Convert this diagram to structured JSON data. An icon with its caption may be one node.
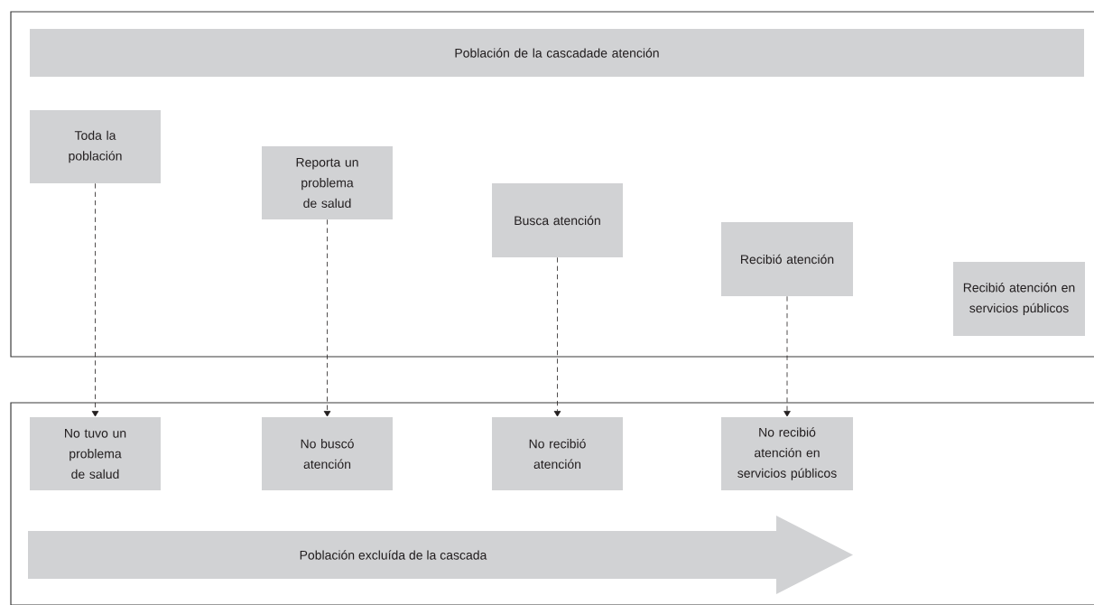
{
  "diagram": {
    "nodes": [
      {
        "text": [],
        "shape": "box"
      },
      {
        "text": [
          "Población de la cascadade atención"
        ],
        "in": 0
      },
      {
        "text": [
          "Toda la población"
        ],
        "in": 0
      },
      {
        "text": [
          "Reporta un problema de salud"
        ],
        "in": 0
      },
      {
        "text": [
          "Busca atención"
        ],
        "in": 0
      },
      {
        "text": [
          "Recibió atención"
        ],
        "in": 0
      },
      {
        "text": [
          "Recibió atención en servicios públicos"
        ],
        "in": 0
      },
      {
        "text": [],
        "shape": "box"
      },
      {
        "text": [
          "No tuvo un problema de salud"
        ],
        "in": 7
      },
      {
        "text": [
          "No buscó atención"
        ],
        "in": 7
      },
      {
        "text": [
          "No recibió atención"
        ],
        "in": 7
      },
      {
        "text": [
          "No recibió atención en servicios públicos"
        ],
        "in": 7
      },
      {
        "text": [
          "Población excluída de la cascada"
        ],
        "in": 7
      }
    ],
    "edges": [
      {
        "from": 2,
        "to": 8,
        "arrow": "to",
        "style": "dashed"
      },
      {
        "from": 3,
        "to": 9,
        "arrow": "to",
        "style": "dashed"
      },
      {
        "from": 4,
        "to": 10,
        "arrow": "to",
        "style": "dashed"
      },
      {
        "from": 5,
        "to": 11,
        "arrow": "to",
        "style": "dashed"
      }
    ]
  }
}
